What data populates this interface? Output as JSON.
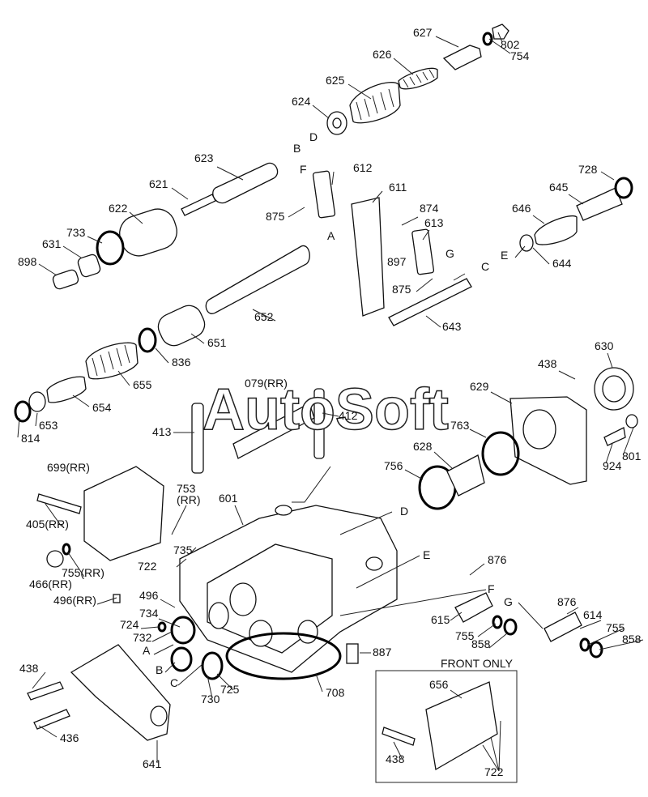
{
  "watermark": "AutoSoft",
  "inset_title": "FRONT ONLY",
  "labels": {
    "l627": "627",
    "l802": "802",
    "l754": "754",
    "l626": "626",
    "l625": "625",
    "l624": "624",
    "lD1": "D",
    "lB1": "B",
    "l623": "623",
    "lF1": "F",
    "l612": "612",
    "l611": "611",
    "l621": "621",
    "l875a": "875",
    "l874": "874",
    "l613": "613",
    "l622": "622",
    "l733": "733",
    "lA1": "A",
    "l897": "897",
    "lG1": "G",
    "l631": "631",
    "l898": "898",
    "lC1": "C",
    "l875b": "875",
    "l652": "652",
    "l643": "643",
    "l651": "651",
    "l836": "836",
    "l655": "655",
    "l654": "654",
    "l653": "653",
    "l814": "814",
    "l728": "728",
    "l645": "645",
    "l646": "646",
    "lE1": "E",
    "l644": "644",
    "l438a": "438",
    "l630": "630",
    "l629": "629",
    "l079": "079(RR)",
    "l412": "412",
    "l413": "413",
    "l763": "763",
    "l628": "628",
    "l756": "756",
    "l801": "801",
    "l924": "924",
    "l699": "699(RR)",
    "l753": "753",
    "l753rr": "(RR)",
    "l601": "601",
    "lD2": "D",
    "l405": "405(RR)",
    "l735": "735",
    "l722a": "722",
    "l755rr": "755(RR)",
    "l466": "466(RR)",
    "lE2": "E",
    "l876a": "876",
    "l496": "496",
    "l496rr": "496(RR)",
    "lF2": "F",
    "l734": "734",
    "l724": "724",
    "l732": "732",
    "lA2": "A",
    "lB2": "B",
    "lC2": "C",
    "l730": "730",
    "l725": "725",
    "l708": "708",
    "l887": "887",
    "l615": "615",
    "l755a": "755",
    "l858a": "858",
    "lG2": "G",
    "l876b": "876",
    "l614": "614",
    "l755b": "755",
    "l858b": "858",
    "l438b": "438",
    "l436": "436",
    "l641": "641",
    "l656": "656",
    "l438c": "438",
    "l722b": "722"
  }
}
